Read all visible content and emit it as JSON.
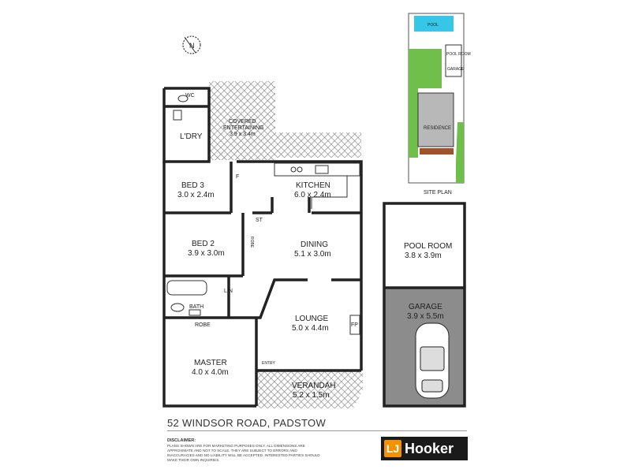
{
  "compass": {
    "label": "N"
  },
  "rooms": {
    "wc": "WC",
    "covered_entertaining": {
      "name": "COVERED",
      "name2": "ENTERTAINING",
      "dims": "3.9 x 3.4m"
    },
    "laundry": "L'DRY",
    "bed3": {
      "name": "BED 3",
      "dims": "3.0 x 2.4m"
    },
    "kitchen": {
      "name": "KITCHEN",
      "dims": "6.0 x 2.4m"
    },
    "bed2": {
      "name": "BED 2",
      "dims": "3.9 x 3.0m"
    },
    "dining": {
      "name": "DINING",
      "dims": "5.1 x 3.0m"
    },
    "pool_room": {
      "name": "POOL ROOM",
      "dims": "3.8 x 3.9m"
    },
    "garage": {
      "name": "GARAGE",
      "dims": "3.9 x 5.5m"
    },
    "lounge": {
      "name": "LOUNGE",
      "dims": "5.0 x 4.4m"
    },
    "master": {
      "name": "MASTER",
      "dims": "4.0 x 4.0m"
    },
    "verandah": {
      "name": "VERANDAH",
      "dims": "5.2 x 1.5m"
    },
    "bath": "BATH",
    "robe": "ROBE",
    "robe2": "ROBE",
    "lin": "LIN",
    "st": "ST",
    "f": "F",
    "fp": "FP",
    "entry": "ENTRY"
  },
  "site_plan": {
    "title": "SITE PLAN",
    "residence": "RESIDENCE",
    "pool": "POOL",
    "pool_room": "POOL ROOM",
    "garage": "GARAGE"
  },
  "address": "52 WINDSOR ROAD, PADSTOW",
  "disclaimer": {
    "title": "DISCLAIMER:",
    "text": "PLANS SHOWN ARE FOR MARKETING PURPOSES ONLY. ALL DIMENSIONS ARE APPROXIMATE AND NOT TO SCALE. THEY ARE SUBJECT TO ERRORS AND INACCURACIES AND NO LIABILITY WILL BE ACCEPTED. INTERESTED PARTIES SHOULD MAKE THEIR OWN INQUIRIES."
  },
  "logo": {
    "mark": "LJ",
    "text": "Hooker"
  },
  "colors": {
    "wall": "#222222",
    "hatch": "#7a7a7a",
    "garage_fill": "#8c8c8c",
    "site_green": "#6fbf4a",
    "pool_blue": "#35c6e8",
    "logo_orange": "#f39200"
  }
}
